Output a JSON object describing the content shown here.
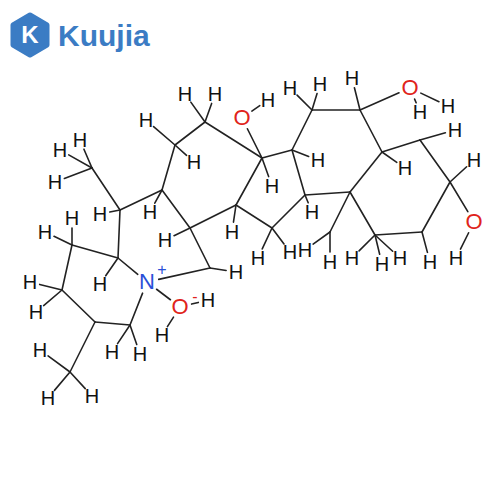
{
  "diagram": {
    "labels": [
      "K",
      "Kuujia",
      "N",
      "+",
      "O",
      "-",
      "O",
      "O",
      "O",
      "H",
      "H",
      "H",
      "H",
      "H",
      "H",
      "H",
      "H",
      "H",
      "H",
      "H",
      "H",
      "H",
      "H",
      "H",
      "H",
      "H",
      "H",
      "H",
      "H",
      "H",
      "H",
      "H",
      "H",
      "H",
      "H",
      "H",
      "H",
      "H",
      "H",
      "H",
      "H",
      "H",
      "H",
      "H",
      "H",
      "H",
      "H",
      "H",
      "H",
      "H",
      "H",
      "H",
      "H",
      "H"
    ]
  }
}
